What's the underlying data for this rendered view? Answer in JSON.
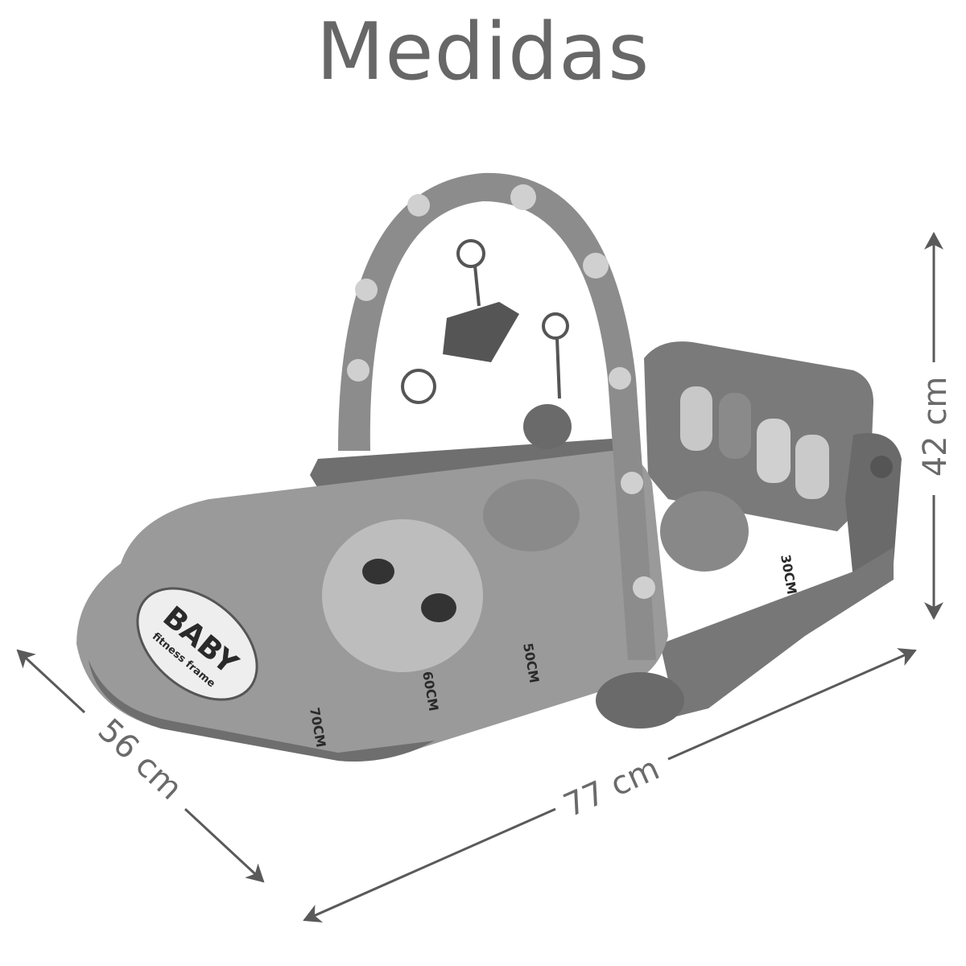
{
  "title": "Medidas",
  "dimensions": {
    "height": "42 cm",
    "depth": "56 cm",
    "width": "77 cm"
  },
  "product_print": {
    "logo": "BABY",
    "logo_sub": "fitness frame",
    "ruler_marks": [
      "70CM",
      "60CM",
      "50CM",
      "30CM"
    ]
  },
  "colors": {
    "text": "#676767",
    "arrow": "#5a5a5a",
    "background": "#ffffff"
  }
}
